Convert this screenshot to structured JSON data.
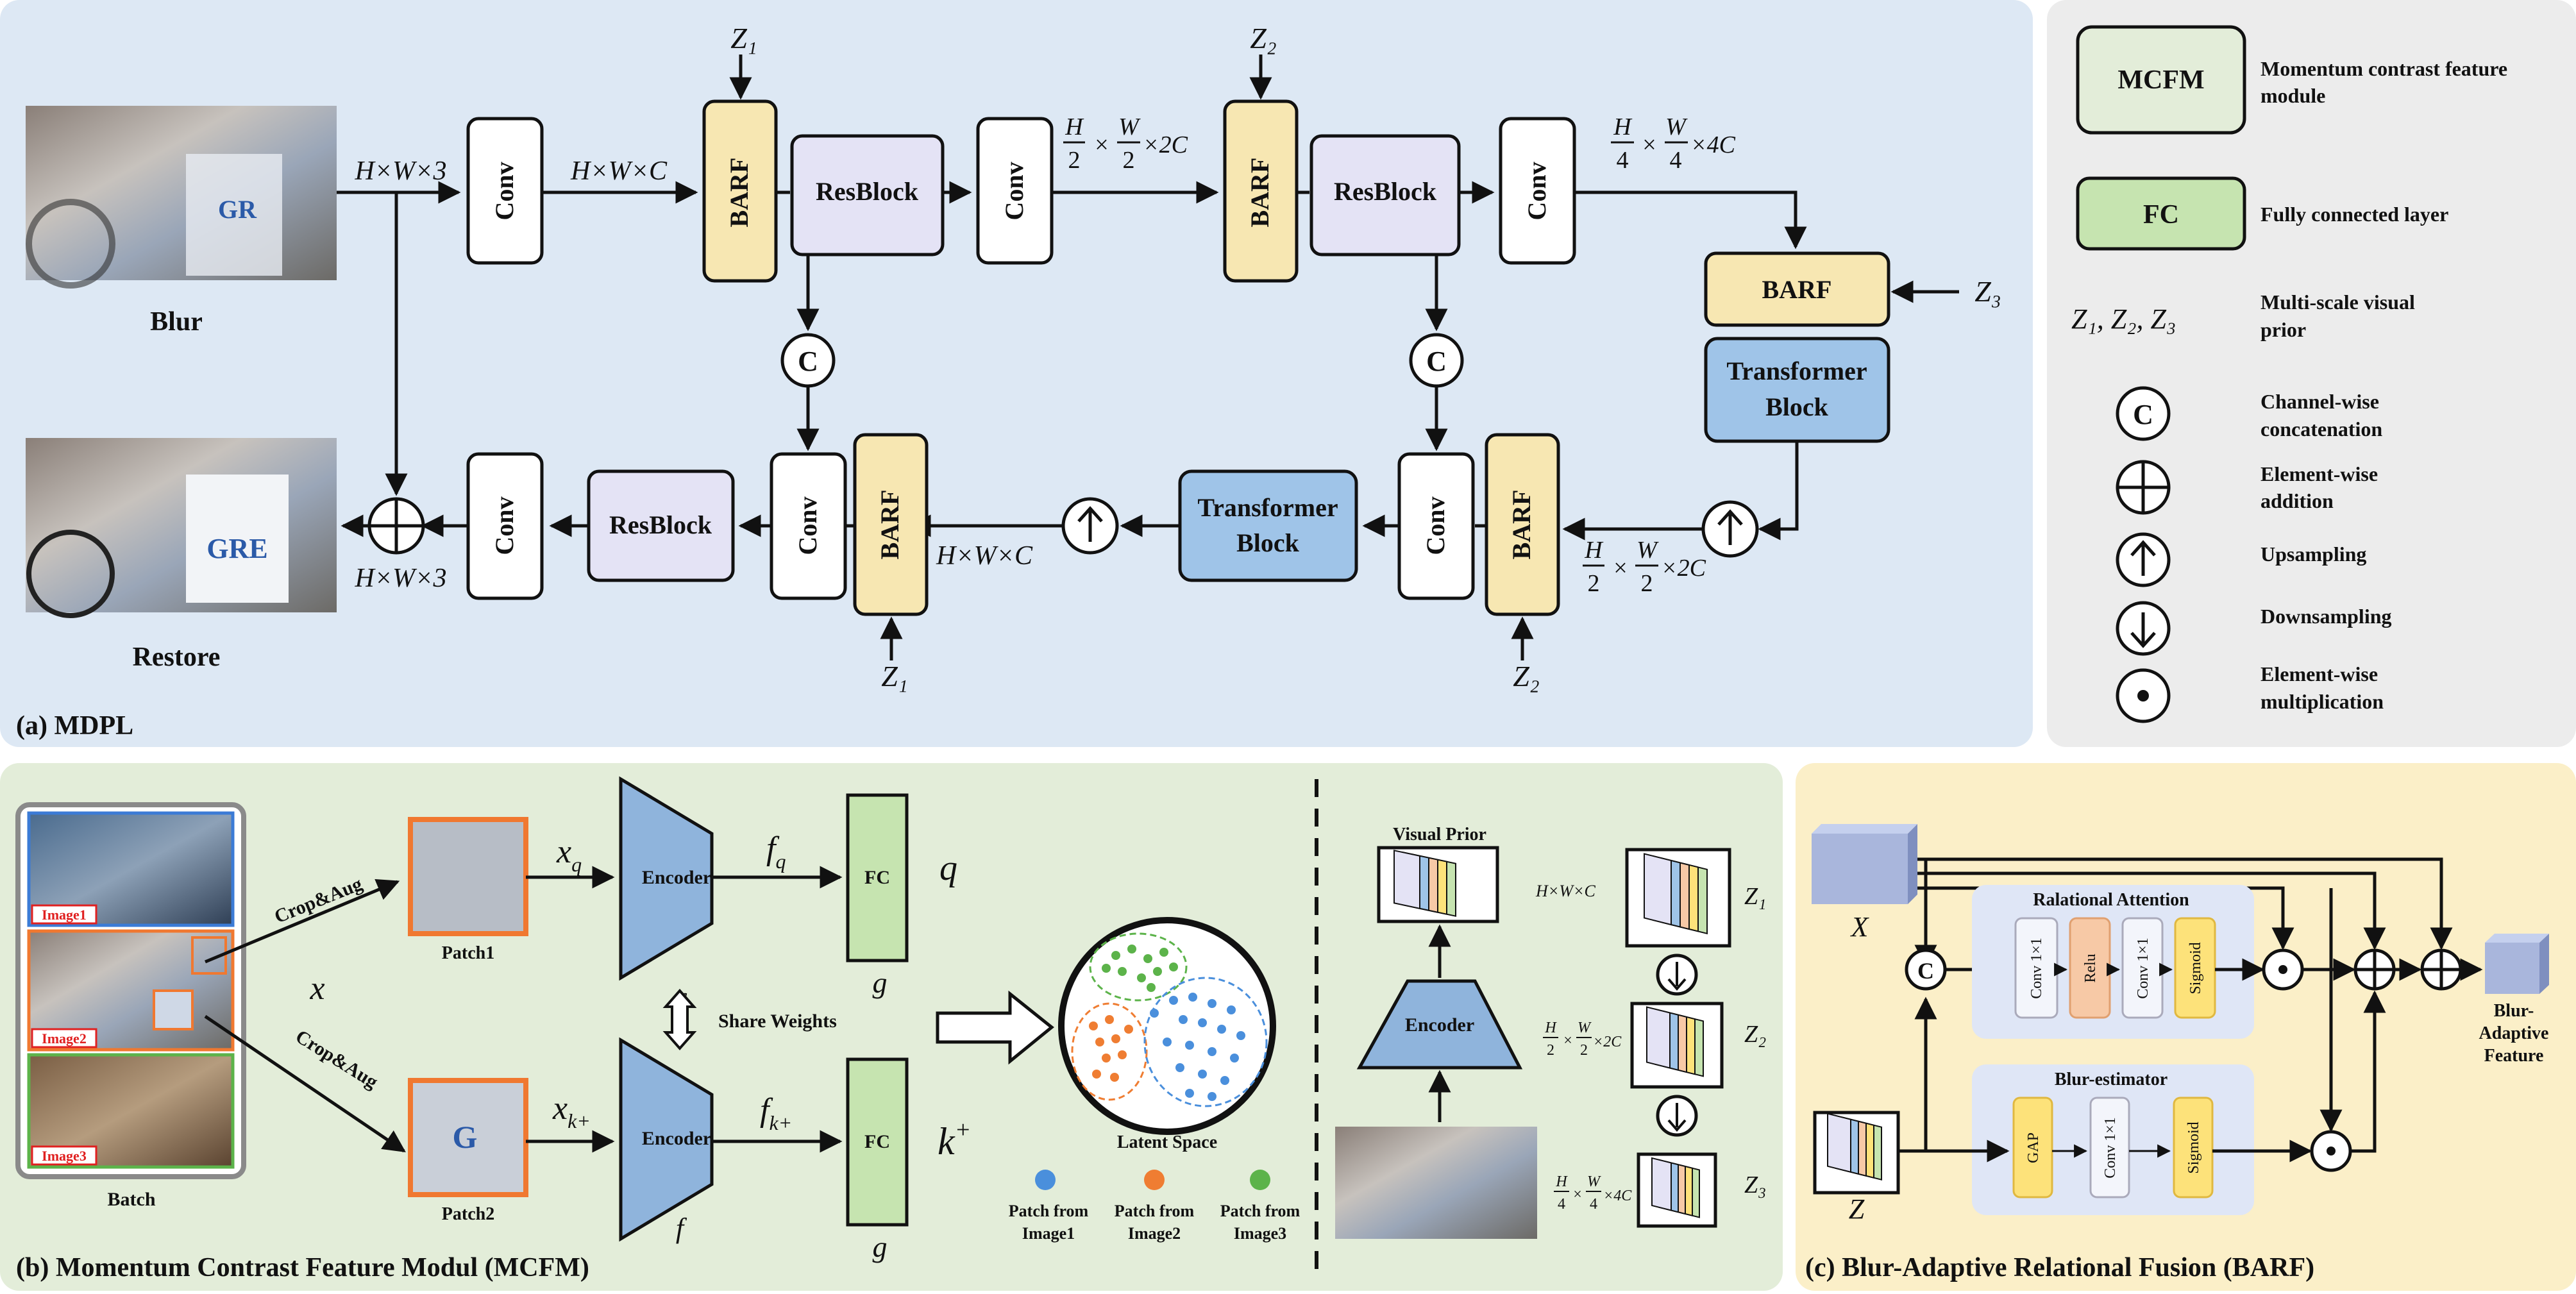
{
  "panel_a": {
    "caption": "(a) MDPL",
    "blur_label": "Blur",
    "restore_label": "Restore",
    "conv_label": "Conv",
    "barf_label": "BARF",
    "resblock_label": "ResBlock",
    "transformer_line1": "Transformer",
    "transformer_line2": "Block",
    "dim_hw3": "H×W×3",
    "dim_hwc": "H×W×C",
    "dim_2c_tail": "×2C",
    "dim_4c_tail": "×4C",
    "frac_h": "H",
    "frac_w": "W",
    "frac_2": "2",
    "frac_4": "4",
    "times": "×",
    "z1": "Z₁",
    "z2": "Z₂",
    "z3": "Z₃",
    "concat_symbol": "C"
  },
  "legend": {
    "items": [
      {
        "key": "MCFM",
        "desc_line1": "Momentum contrast feature",
        "desc_line2": "module"
      },
      {
        "key": "FC",
        "desc_line1": "Fully connected layer",
        "desc_line2": ""
      },
      {
        "key": "Z₁, Z₂, Z₃",
        "desc_line1": "Multi-scale visual",
        "desc_line2": "prior"
      },
      {
        "key": "C",
        "desc_line1": "Channel-wise",
        "desc_line2": "concatenation"
      },
      {
        "key": "",
        "desc_line1": "Element-wise",
        "desc_line2": "addition"
      },
      {
        "key": "",
        "desc_line1": "Upsampling",
        "desc_line2": ""
      },
      {
        "key": "",
        "desc_line1": "Downsampling",
        "desc_line2": ""
      },
      {
        "key": "",
        "desc_line1": "Element-wise",
        "desc_line2": "multiplication"
      }
    ]
  },
  "panel_b": {
    "caption": "(b) Momentum Contrast Feature Modul (MCFM)",
    "image1": "Image1",
    "image2": "Image2",
    "image3": "Image3",
    "batch": "Batch",
    "x": "x",
    "crop_aug": "Crop&Aug",
    "patch1": "Patch1",
    "patch2": "Patch2",
    "xq": "x",
    "xq_sub": "q",
    "xk": "x",
    "xk_sub": "k+",
    "encoder": "Encoder",
    "f": "f",
    "fq": "f",
    "fq_sub": "q",
    "fk": "f",
    "fk_sub": "k+",
    "fc": "FC",
    "g": "g",
    "q": "q",
    "k": "k",
    "k_sup": "+",
    "share_weights": "Share Weights",
    "latent_space": "Latent Space",
    "patch_from_1_l1": "Patch from",
    "patch_from_1_l2": "Image1",
    "patch_from_2_l1": "Patch from",
    "patch_from_2_l2": "Image2",
    "patch_from_3_l1": "Patch from",
    "patch_from_3_l2": "Image3",
    "visual_prior": "Visual Prior",
    "dim_hwc": "H×W×C",
    "dim_2c": "×2C",
    "dim_4c": "×4C",
    "z1": "Z₁",
    "z2": "Z₂",
    "z3": "Z₃"
  },
  "panel_c": {
    "caption": "(c) Blur-Adaptive Relational Fusion (BARF)",
    "x": "X",
    "z": "Z",
    "relational_attention": "Ralational Attention",
    "blur_estimator": "Blur-estimator",
    "conv11": "Conv 1×1",
    "relu": "Relu",
    "sigmoid": "Sigmoid",
    "gap": "GAP",
    "output_l1": "Blur-",
    "output_l2": "Adaptive",
    "output_l3": "Feature"
  },
  "colors": {
    "panel_a_bg": "#dde8f4",
    "panel_legend_bg": "#ececec",
    "panel_b_bg": "#e3edd9",
    "panel_c_bg": "#fbefc8",
    "barf_fill": "#f7e7b2",
    "resblock_fill": "#e4e3f5",
    "transformer_fill": "#9fc4e8",
    "conv_fill": "#ffffff",
    "encoder_fill": "#8fb4dc",
    "fc_fill": "#c6e4b0",
    "sigmoid_fill": "#fde27a",
    "relu_fill": "#f7c9a6",
    "cluster_blue": "#4a8fdc",
    "cluster_orange": "#ef7d32",
    "cluster_green": "#5cb34a",
    "img_box_red": "#e02020",
    "patch_border": "#f07830"
  }
}
